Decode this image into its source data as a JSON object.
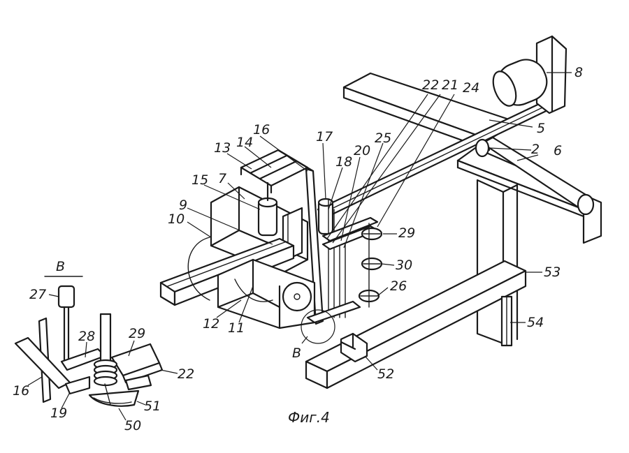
{
  "figure": {
    "caption": "Фиг.4",
    "detail_title": "В"
  },
  "labels": {
    "n8": "8",
    "n5": "5",
    "n2": "2",
    "n6": "6",
    "n22": "22",
    "n21": "21",
    "n24": "24",
    "n25": "25",
    "n20": "20",
    "n18": "18",
    "n17": "17",
    "n16": "16",
    "n14": "14",
    "n13": "13",
    "n7": "7",
    "n15": "15",
    "n9": "9",
    "n10": "10",
    "n12": "12",
    "n11": "11",
    "n29": "29",
    "n30": "30",
    "n26": "26",
    "n53": "53",
    "n54": "54",
    "n52": "52",
    "nB": "В",
    "d27": "27",
    "d28": "28",
    "d29": "29",
    "d22": "22",
    "d16": "16",
    "d19": "19",
    "d50": "50",
    "d51": "51"
  },
  "colors": {
    "ink": "#1a1a1a",
    "paper": "#ffffff"
  }
}
